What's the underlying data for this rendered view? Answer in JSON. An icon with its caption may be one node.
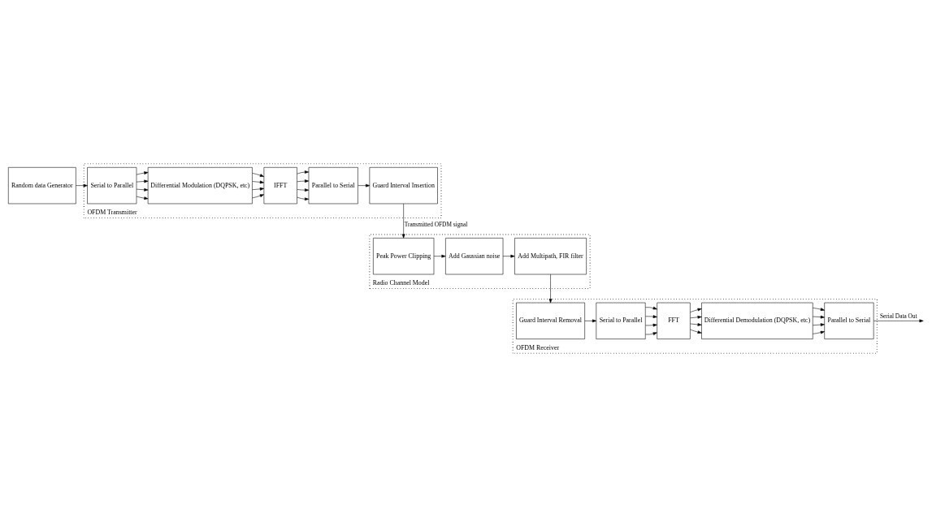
{
  "diagram": {
    "nodes": [
      {
        "text": [
          "Random data Generator"
        ]
      },
      {
        "text": [
          "OFDM Transmitter"
        ]
      },
      {
        "text": [
          "Serial to Parallel"
        ],
        "in": 1
      },
      {
        "text": [
          "Differential Modulation (DQPSK, etc)"
        ],
        "in": 1
      },
      {
        "text": [
          "IFFT"
        ],
        "in": 1
      },
      {
        "text": [
          "Parallel to Serial"
        ],
        "in": 1
      },
      {
        "text": [
          "Guard Interval Insertion"
        ],
        "in": 1
      },
      {
        "text": [
          "Radio Channel Model"
        ]
      },
      {
        "text": [
          "Add Multipath, FIR filter"
        ],
        "in": 7
      },
      {
        "text": [
          "Add Gaussian noise"
        ],
        "in": 7
      },
      {
        "text": [
          "Peak Power Clipping"
        ],
        "in": 7
      },
      {
        "text": [
          "OFDM Receiver"
        ]
      },
      {
        "text": [
          "Guard Interval Removal"
        ],
        "in": 11
      },
      {
        "text": [
          "Serial to Parallel"
        ],
        "in": 11
      },
      {
        "text": [
          "FFT"
        ],
        "in": 11
      },
      {
        "text": [
          "Differential Demodulation (DQPSK, etc)"
        ],
        "in": 11
      },
      {
        "text": [
          "Parallel to Serial"
        ],
        "in": 11
      }
    ],
    "edges": [
      {
        "from": 0,
        "to": 2,
        "arrow": "to"
      },
      {
        "from": 2,
        "to": 3,
        "arrow": "to"
      },
      {
        "from": 2,
        "to": 3,
        "arrow": "to"
      },
      {
        "from": 2,
        "to": 3,
        "arrow": "to"
      },
      {
        "from": 2,
        "to": 3,
        "arrow": "to"
      },
      {
        "from": 3,
        "to": 4,
        "arrow": "to"
      },
      {
        "from": 3,
        "to": 4,
        "arrow": "to"
      },
      {
        "from": 3,
        "to": 4,
        "arrow": "to"
      },
      {
        "from": 3,
        "to": 4,
        "arrow": "to"
      },
      {
        "from": 4,
        "to": 5,
        "arrow": "to"
      },
      {
        "from": 4,
        "to": 5,
        "arrow": "to"
      },
      {
        "from": 4,
        "to": 5,
        "arrow": "to"
      },
      {
        "from": 4,
        "to": 5,
        "arrow": "to"
      },
      {
        "from": 5,
        "to": 6,
        "arrow": "to"
      },
      {
        "from": 6,
        "to": 10,
        "arrow": "to",
        "label": "Transmitted OFDM signal"
      },
      {
        "from": 10,
        "to": 9,
        "arrow": "to"
      },
      {
        "from": 9,
        "to": 8,
        "arrow": "to"
      },
      {
        "from": 8,
        "to": 12,
        "arrow": "to"
      },
      {
        "from": 12,
        "to": 13,
        "arrow": "to"
      },
      {
        "from": 13,
        "to": 14,
        "arrow": "to"
      },
      {
        "from": 13,
        "to": 14,
        "arrow": "to"
      },
      {
        "from": 13,
        "to": 14,
        "arrow": "to"
      },
      {
        "from": 13,
        "to": 14,
        "arrow": "to"
      },
      {
        "from": 14,
        "to": 15,
        "arrow": "to"
      },
      {
        "from": 14,
        "to": 15,
        "arrow": "to"
      },
      {
        "from": 14,
        "to": 15,
        "arrow": "to"
      },
      {
        "from": 14,
        "to": 15,
        "arrow": "to"
      },
      {
        "from": 15,
        "to": 16,
        "arrow": "to"
      },
      {
        "from": 15,
        "to": 16,
        "arrow": "to"
      },
      {
        "from": 15,
        "to": 16,
        "arrow": "to"
      },
      {
        "from": 15,
        "to": 16,
        "arrow": "to"
      },
      {
        "from": 16,
        "to": null,
        "arrow": "to",
        "label": "Serial Data Out"
      }
    ]
  }
}
